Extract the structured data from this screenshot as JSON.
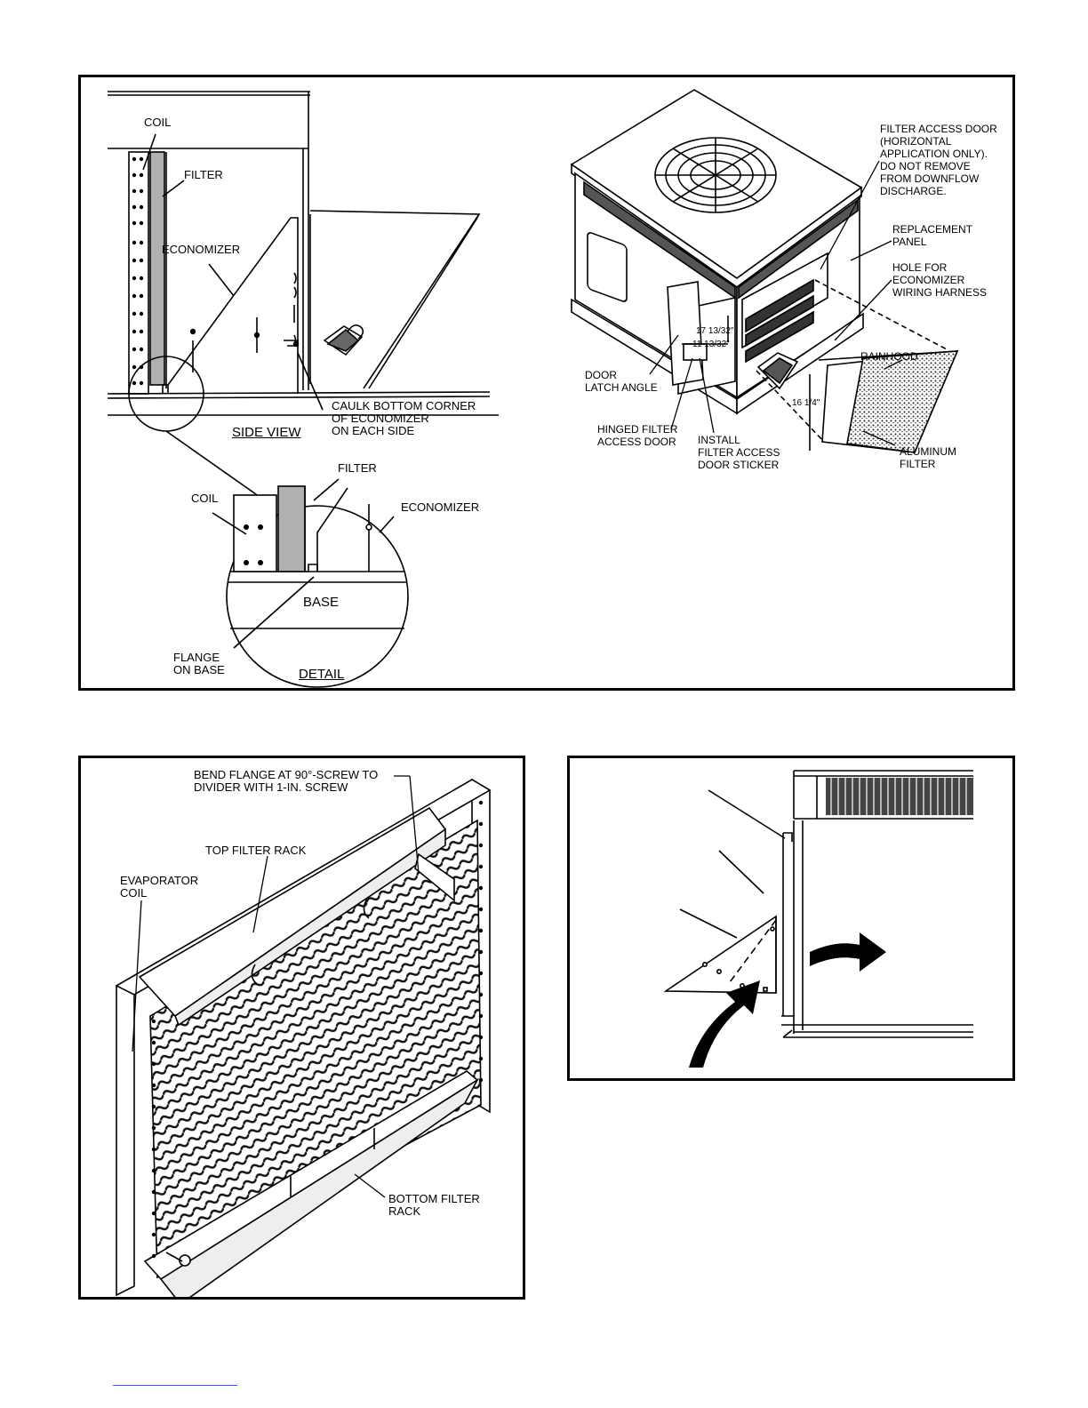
{
  "figure_a": {
    "labels": {
      "coil_top": "COIL",
      "filter_top": "FILTER",
      "economizer_top": "ECONOMIZER",
      "caulk_note": "CAULK BOTTOM CORNER\nOF ECONOMIZER\nON EACH SIDE",
      "side_view": "SIDE VIEW",
      "filter_detail": "FILTER",
      "coil_detail": "COIL",
      "economizer_detail": "ECONOMIZER",
      "base": "BASE",
      "flange_on_base": "FLANGE\nON BASE",
      "detail": "DETAIL"
    }
  },
  "figure_b": {
    "labels": {
      "filter_access_door": "FILTER ACCESS DOOR\n(HORIZONTAL\nAPPLICATION ONLY).\nDO NOT REMOVE\nFROM DOWNFLOW\nDISCHARGE.",
      "replacement_panel": "REPLACEMENT\nPANEL",
      "hole_for_harness": "HOLE FOR\nECONOMIZER\nWIRING HARNESS",
      "rainhood": "RAINHOOD",
      "door_latch_angle": "DOOR\nLATCH ANGLE",
      "hinged_filter_door": "HINGED FILTER\nACCESS DOOR",
      "install_sticker": "INSTALL\nFILTER ACCESS\nDOOR STICKER",
      "aluminum_filter": "ALUMINUM\nFILTER"
    },
    "dimensions": {
      "dim_17": "17 13/32\"",
      "dim_11": "11 13/32\"",
      "dim_16": "16 1/4\""
    }
  },
  "figure_c": {
    "labels": {
      "bend_flange": "BEND FLANGE AT 90°-SCREW TO\nDIVIDER WITH 1-IN. SCREW",
      "top_filter_rack": "TOP FILTER RACK",
      "evaporator_coil": "EVAPORATOR\nCOIL",
      "bottom_filter_rack": "BOTTOM FILTER\nRACK"
    }
  }
}
